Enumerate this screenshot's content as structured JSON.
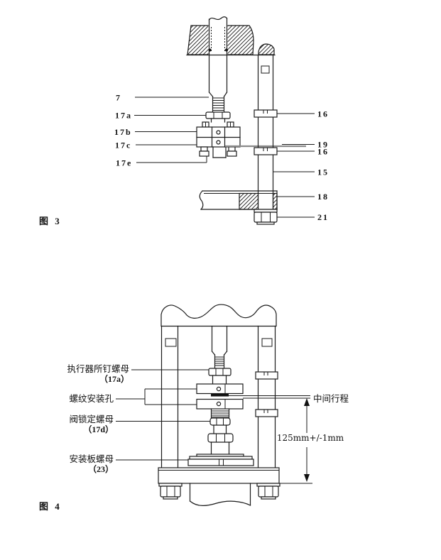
{
  "figure3": {
    "caption": "图 3",
    "labels_left": [
      "7",
      "17a",
      "17b",
      "17c",
      "17e"
    ],
    "labels_right": [
      "16",
      "19",
      "16",
      "15",
      "18",
      "21"
    ]
  },
  "figure4": {
    "caption": "图 4",
    "labels_left": [
      {
        "name": "执行器所钉螺母",
        "ref": "（17a）"
      },
      {
        "name": "螺纹安装孔",
        "ref": ""
      },
      {
        "name": "阀锁定螺母",
        "ref": "（17d）"
      },
      {
        "name": "安装板螺母",
        "ref": "（23）"
      }
    ],
    "label_right": "中间行程",
    "dimension": "125mm+/-1mm"
  },
  "colors": {
    "line": "#1a1a1a",
    "gray_line": "#8a8a8a",
    "background": "#ffffff"
  }
}
